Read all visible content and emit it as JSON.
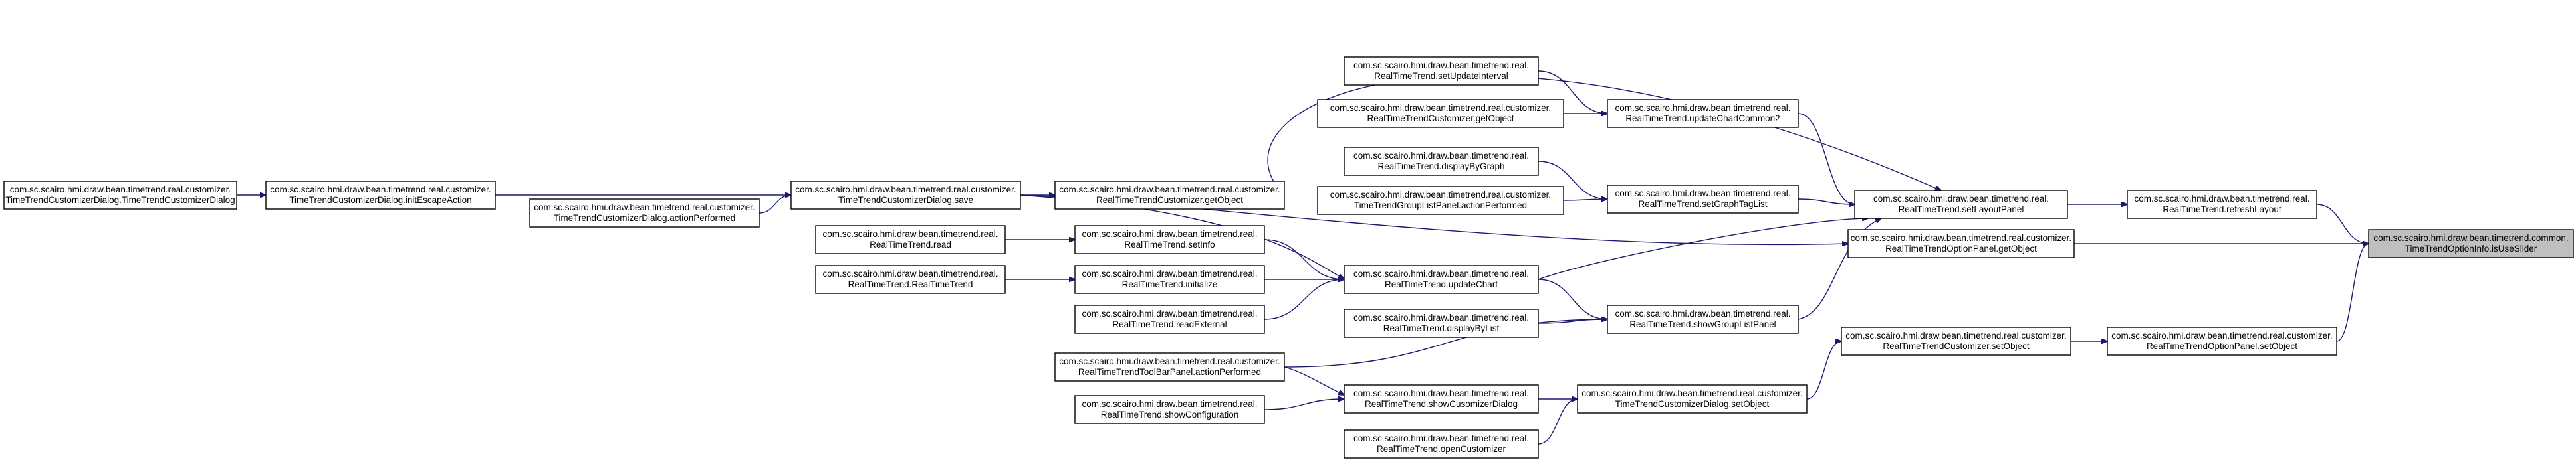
{
  "diagram": {
    "type": "call-graph",
    "nodes": [
      {
        "id": "n0",
        "lines": [
          "com.sc.scairo.hmi.draw.bean.timetrend.common.",
          "TimeTrendOptionInfo.isUseSlider"
        ],
        "root": true
      },
      {
        "id": "n1",
        "lines": [
          "com.sc.scairo.hmi.draw.bean.timetrend.real.",
          "RealTimeTrend.refreshLayout"
        ]
      },
      {
        "id": "n2",
        "lines": [
          "com.sc.scairo.hmi.draw.bean.timetrend.real.customizer.",
          "RealTimeTrendOptionPanel.getObject"
        ]
      },
      {
        "id": "n3",
        "lines": [
          "com.sc.scairo.hmi.draw.bean.timetrend.real.customizer.",
          "RealTimeTrendOptionPanel.setObject"
        ]
      },
      {
        "id": "n4",
        "lines": [
          "com.sc.scairo.hmi.draw.bean.timetrend.real.",
          "RealTimeTrend.setLayoutPanel"
        ]
      },
      {
        "id": "n5",
        "lines": [
          "com.sc.scairo.hmi.draw.bean.timetrend.real.customizer.",
          "RealTimeTrendCustomizer.setObject"
        ]
      },
      {
        "id": "n6",
        "lines": [
          "com.sc.scairo.hmi.draw.bean.timetrend.real.customizer.",
          "RealTimeTrendCustomizer.getObject"
        ]
      },
      {
        "id": "n7",
        "lines": [
          "com.sc.scairo.hmi.draw.bean.timetrend.real.",
          "RealTimeTrend.setGraphTagList"
        ]
      },
      {
        "id": "n8",
        "lines": [
          "com.sc.scairo.hmi.draw.bean.timetrend.real.",
          "RealTimeTrend.showGroupListPanel"
        ]
      },
      {
        "id": "n9",
        "lines": [
          "com.sc.scairo.hmi.draw.bean.timetrend.real.",
          "RealTimeTrend.updateChart"
        ]
      },
      {
        "id": "n10",
        "lines": [
          "com.sc.scairo.hmi.draw.bean.timetrend.real.",
          "RealTimeTrend.updateChartCommon2"
        ]
      },
      {
        "id": "n11",
        "lines": [
          "com.sc.scairo.hmi.draw.bean.timetrend.real.customizer.",
          "TimeTrendCustomizerDialog.setObject"
        ]
      },
      {
        "id": "n12",
        "lines": [
          "com.sc.scairo.hmi.draw.bean.timetrend.real.customizer.",
          "TimeTrendCustomizerDialog.save"
        ]
      },
      {
        "id": "n13",
        "lines": [
          "com.sc.scairo.hmi.draw.bean.timetrend.real.",
          "RealTimeTrend.displayByGraph"
        ]
      },
      {
        "id": "n14",
        "lines": [
          "com.sc.scairo.hmi.draw.bean.timetrend.real.customizer.",
          "TimeTrendGroupListPanel.actionPerformed"
        ]
      },
      {
        "id": "n15",
        "lines": [
          "com.sc.scairo.hmi.draw.bean.timetrend.real.",
          "RealTimeTrend.displayByList"
        ]
      },
      {
        "id": "n16",
        "lines": [
          "com.sc.scairo.hmi.draw.bean.timetrend.real.customizer.",
          "RealTimeTrendToolBarPanel.actionPerformed"
        ]
      },
      {
        "id": "n17",
        "lines": [
          "com.sc.scairo.hmi.draw.bean.timetrend.real.",
          "RealTimeTrend.initialize"
        ]
      },
      {
        "id": "n18",
        "lines": [
          "com.sc.scairo.hmi.draw.bean.timetrend.real.",
          "RealTimeTrend.readExternal"
        ]
      },
      {
        "id": "n19",
        "lines": [
          "com.sc.scairo.hmi.draw.bean.timetrend.real.",
          "RealTimeTrend.setInfo"
        ]
      },
      {
        "id": "n20",
        "lines": [
          "com.sc.scairo.hmi.draw.bean.timetrend.real.",
          "RealTimeTrend.setUpdateInterval"
        ]
      },
      {
        "id": "n21",
        "lines": [
          "com.sc.scairo.hmi.draw.bean.timetrend.real.customizer.",
          "RealTimeTrendCustomizer.getObject"
        ]
      },
      {
        "id": "n22",
        "lines": [
          "com.sc.scairo.hmi.draw.bean.timetrend.real.",
          "RealTimeTrend.showCusomizerDialog"
        ]
      },
      {
        "id": "n23",
        "lines": [
          "com.sc.scairo.hmi.draw.bean.timetrend.real.",
          "RealTimeTrend.openCustomizer"
        ]
      },
      {
        "id": "n24",
        "lines": [
          "com.sc.scairo.hmi.draw.bean.timetrend.real.",
          "RealTimeTrend.showConfiguration"
        ]
      },
      {
        "id": "n25",
        "lines": [
          "com.sc.scairo.hmi.draw.bean.timetrend.real.customizer.",
          "TimeTrendCustomizerDialog.actionPerformed"
        ]
      },
      {
        "id": "n26",
        "lines": [
          "com.sc.scairo.hmi.draw.bean.timetrend.real.customizer.",
          "TimeTrendCustomizerDialog.initEscapeAction"
        ]
      },
      {
        "id": "n27",
        "lines": [
          "com.sc.scairo.hmi.draw.bean.timetrend.real.",
          "RealTimeTrend.read"
        ]
      },
      {
        "id": "n28",
        "lines": [
          "com.sc.scairo.hmi.draw.bean.timetrend.real.",
          "RealTimeTrend.RealTimeTrend"
        ]
      },
      {
        "id": "n29",
        "lines": [
          "com.sc.scairo.hmi.draw.bean.timetrend.real.customizer.",
          "TimeTrendCustomizerDialog.TimeTrendCustomizerDialog"
        ]
      }
    ],
    "edges": [
      {
        "from": "n1",
        "to": "n0"
      },
      {
        "from": "n2",
        "to": "n0"
      },
      {
        "from": "n3",
        "to": "n0"
      },
      {
        "from": "n4",
        "to": "n1"
      },
      {
        "from": "n5",
        "to": "n3"
      },
      {
        "from": "n6",
        "to": "n4"
      },
      {
        "from": "n7",
        "to": "n4"
      },
      {
        "from": "n8",
        "to": "n4"
      },
      {
        "from": "n9",
        "to": "n4"
      },
      {
        "from": "n10",
        "to": "n4"
      },
      {
        "from": "n11",
        "to": "n5"
      },
      {
        "from": "n12",
        "to": "n6"
      },
      {
        "from": "n12",
        "to": "n2"
      },
      {
        "from": "n13",
        "to": "n7"
      },
      {
        "from": "n14",
        "to": "n7"
      },
      {
        "from": "n9",
        "to": "n8"
      },
      {
        "from": "n15",
        "to": "n8"
      },
      {
        "from": "n16",
        "to": "n8"
      },
      {
        "from": "n12",
        "to": "n9"
      },
      {
        "from": "n17",
        "to": "n9"
      },
      {
        "from": "n18",
        "to": "n9"
      },
      {
        "from": "n19",
        "to": "n9"
      },
      {
        "from": "n20",
        "to": "n10"
      },
      {
        "from": "n21",
        "to": "n10"
      },
      {
        "from": "n22",
        "to": "n11"
      },
      {
        "from": "n23",
        "to": "n11"
      },
      {
        "from": "n24",
        "to": "n22"
      },
      {
        "from": "n16",
        "to": "n22"
      },
      {
        "from": "n25",
        "to": "n12"
      },
      {
        "from": "n26",
        "to": "n12"
      },
      {
        "from": "n27",
        "to": "n19"
      },
      {
        "from": "n28",
        "to": "n17"
      },
      {
        "from": "n29",
        "to": "n26"
      }
    ],
    "colors": {
      "edge": "#191970",
      "root_fill": "#bfbfbf",
      "node_fill": "#ffffff",
      "node_stroke": "#000000"
    }
  }
}
